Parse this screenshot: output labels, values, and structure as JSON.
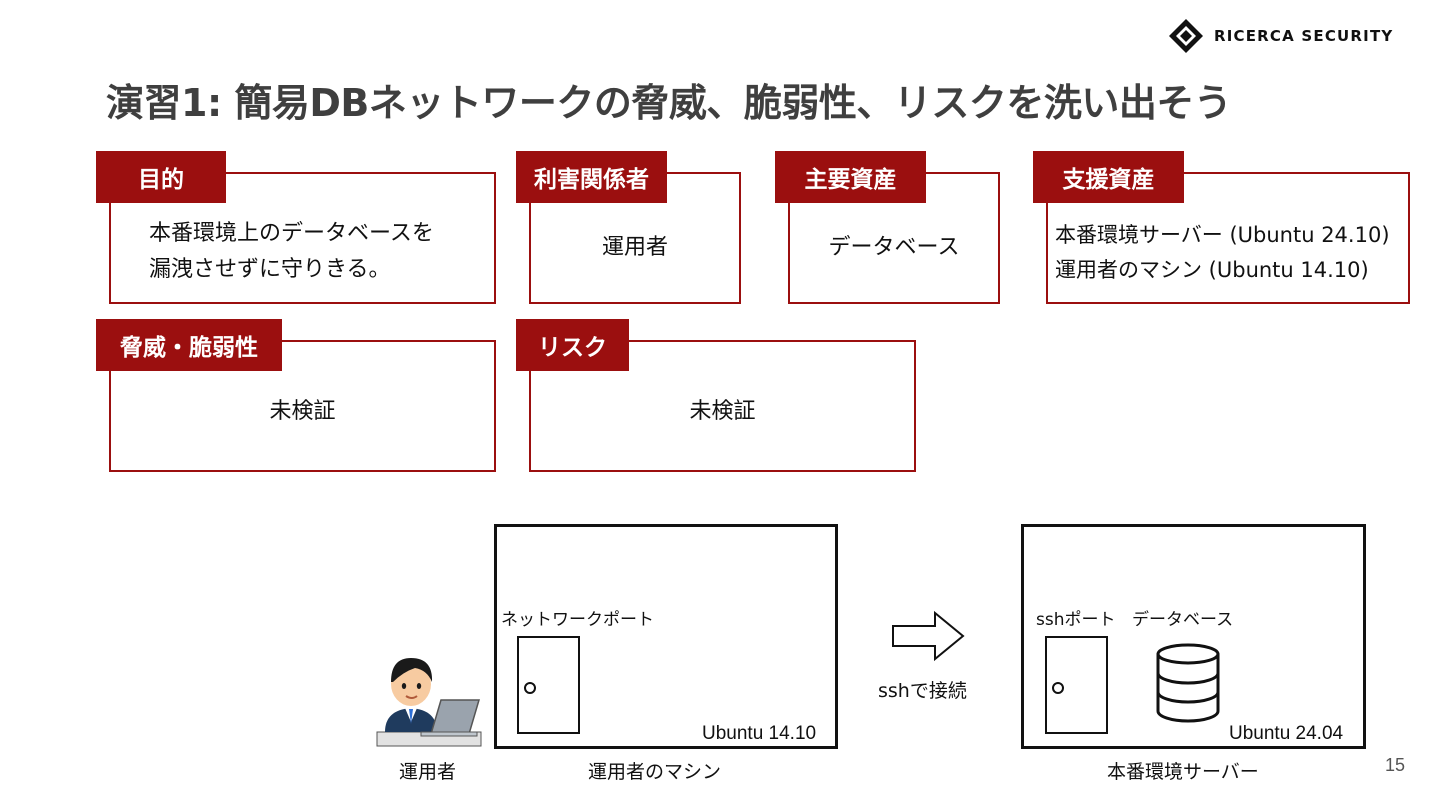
{
  "brand": {
    "name": "RICERCA SECURITY",
    "logo_icon": "diamond-logo-icon"
  },
  "slide": {
    "title": "演習1: 簡易DBネットワークの脅威、脆弱性、リスクを洗い出そう",
    "page_number": "15"
  },
  "sections": {
    "purpose": {
      "label": "目的",
      "lines": [
        "本番環境上のデータベースを",
        "漏洩させずに守りきる。"
      ]
    },
    "stakeholders": {
      "label": "利害関係者",
      "value": "運用者"
    },
    "primary_assets": {
      "label": "主要資産",
      "value": "データベース"
    },
    "supporting_assets": {
      "label": "支援資産",
      "lines": [
        "本番環境サーバー (Ubuntu 24.10)",
        "運用者のマシン (Ubuntu 14.10)"
      ]
    },
    "threats": {
      "label": "脅威・脆弱性",
      "value": "未検証"
    },
    "risks": {
      "label": "リスク",
      "value": "未検証"
    }
  },
  "diagram": {
    "operator_label": "運用者",
    "operator_machine": {
      "port_label": "ネットワークポート",
      "os": "Ubuntu 14.10",
      "caption": "運用者のマシン"
    },
    "connection_label": "sshで接続",
    "server": {
      "port_label": "sshポート",
      "db_label": "データベース",
      "os": "Ubuntu 24.04",
      "caption": "本番環境サーバー"
    }
  },
  "colors": {
    "accent": "#9b0f0f",
    "title": "#3f3f3f"
  }
}
